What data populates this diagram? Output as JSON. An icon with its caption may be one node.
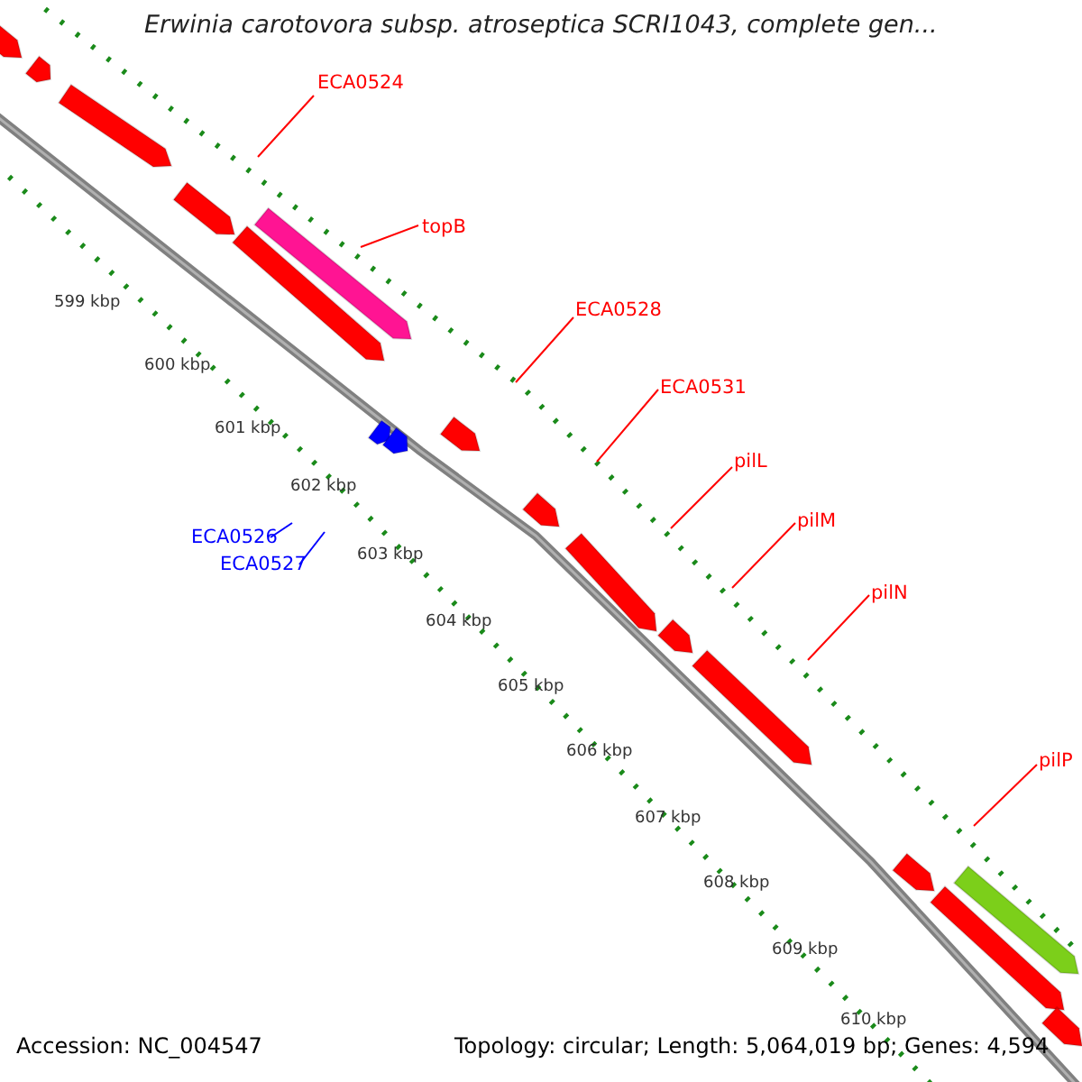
{
  "diagram": {
    "title": "Erwinia carotovora subsp. atroseptica SCRI1043, complete gen...",
    "nodes": [
      {
        "text": [
          "ECA0524"
        ]
      },
      {
        "text": [
          "topB"
        ]
      },
      {
        "text": [
          "ECA0528"
        ]
      },
      {
        "text": [
          "ECA0531"
        ]
      },
      {
        "text": [
          "ECA0526"
        ]
      },
      {
        "text": [
          "pilL"
        ]
      },
      {
        "text": [
          "ECA0527"
        ]
      },
      {
        "text": [
          "pilM"
        ]
      },
      {
        "text": [
          "pilN"
        ]
      },
      {
        "text": [
          "pilP"
        ]
      }
    ],
    "edges": [
      {
        "from": 0,
        "to": null,
        "arrow": "none"
      },
      {
        "from": 1,
        "to": null,
        "arrow": "none"
      },
      {
        "from": 2,
        "to": null,
        "arrow": "none"
      },
      {
        "from": 3,
        "to": null,
        "arrow": "none"
      },
      {
        "from": 4,
        "to": null,
        "arrow": "none",
        "color": "#0000ff"
      },
      {
        "from": 5,
        "to": null,
        "arrow": "none"
      },
      {
        "from": 6,
        "to": null,
        "arrow": "none",
        "color": "#0000ff"
      },
      {
        "from": 7,
        "to": null,
        "arrow": "none"
      },
      {
        "from": 8,
        "to": null,
        "arrow": "none"
      },
      {
        "from": 9,
        "to": null,
        "arrow": "none"
      }
    ],
    "labels": [
      "599 kbp",
      "600 kbp",
      "601 kbp",
      "602 kbp",
      "603 kbp",
      "604 kbp",
      "605 kbp",
      "606 kbp",
      "607 kbp",
      "608 kbp",
      "609 kbp",
      "610 kbp",
      "Accession: NC_004547",
      "Topology: circular; Length: 5,064,019 bp; Genes: 4,594"
    ]
  }
}
